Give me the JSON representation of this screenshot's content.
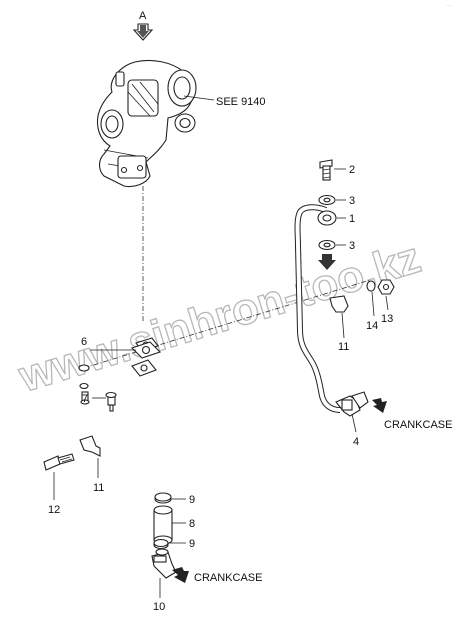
{
  "view_label": "A",
  "see_ref": "SEE 9140",
  "destination_label": "CRANKCASE",
  "watermark": "www.sinhron-too.kz",
  "callouts": {
    "c1": "1",
    "c2": "2",
    "c3a": "3",
    "c3b": "3",
    "c4": "4",
    "c6": "6",
    "c7": "7",
    "c8": "8",
    "c9a": "9",
    "c9b": "9",
    "c10": "10",
    "c11a": "11",
    "c11b": "11",
    "c12": "12",
    "c13": "13",
    "c14": "14"
  }
}
